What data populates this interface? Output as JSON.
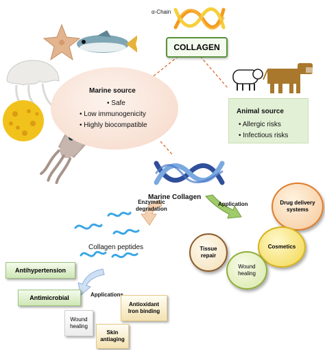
{
  "top": {
    "alpha_chain": "α-Chain",
    "collagen": "COLLAGEN"
  },
  "marine_source": {
    "title": "Marine source",
    "items": [
      "Safe",
      "Low immunogenicity",
      "Highly biocompatible"
    ]
  },
  "animal_source": {
    "title": "Animal source",
    "items": [
      "Allergic risks",
      "Infectious risks"
    ]
  },
  "center": {
    "marine_collagen": "Marine Collagen",
    "enzymatic_1": "Enzymatic",
    "enzymatic_2": "degradation",
    "application": "Application",
    "collagen_peptides": "Collagen peptides",
    "applications": "Applications"
  },
  "circles": {
    "drug_delivery_1": "Drug delivery",
    "drug_delivery_2": "systems",
    "cosmetics": "Cosmetics",
    "tissue_1": "Tissue",
    "tissue_2": "repair",
    "wound_1": "Wound",
    "wound_2": "healing"
  },
  "peptide_apps": {
    "antihypertension": "Antihypertension",
    "antimicrobial": "Antimicrobial",
    "antioxidant_1": "Antioxidant",
    "antioxidant_2": "Iron binding",
    "wound_1": "Wound",
    "wound_2": "healing",
    "skin_1": "Skin",
    "skin_2": "antiaging"
  },
  "colors": {
    "helix_orange": "#f39a1c",
    "helix_yellow": "#f6cf3d",
    "helix_blue_dark": "#2f4f9a",
    "helix_blue_light": "#7aa9e0",
    "arrow_peach": "#f2c9a5",
    "arrow_green": "#8fbf5a",
    "arrow_blue": "#bcd5f0",
    "dashed_line": "#d86a2a"
  }
}
